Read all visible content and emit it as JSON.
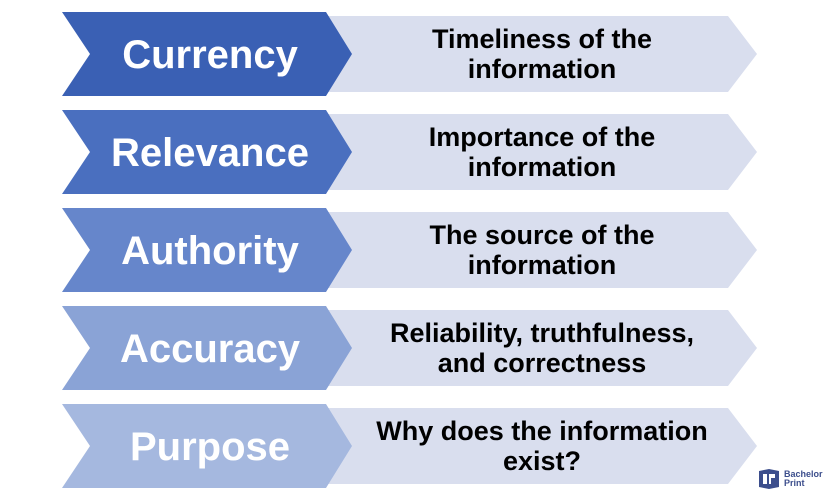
{
  "rows": [
    {
      "term": "Currency",
      "description": [
        "Timeliness of the",
        "information"
      ],
      "color": "#3a60b4"
    },
    {
      "term": "Relevance",
      "description": [
        "Importance of the",
        "information"
      ],
      "color": "#4a6fbf"
    },
    {
      "term": "Authority",
      "description": [
        "The source of the",
        "information"
      ],
      "color": "#6686cb"
    },
    {
      "term": "Accuracy",
      "description": [
        "Reliability, truthfulness,",
        "and correctness"
      ],
      "color": "#8aa3d6"
    },
    {
      "term": "Purpose",
      "description": [
        "Why does the information",
        "exist?"
      ],
      "color": "#a5b8df"
    }
  ],
  "description_fill": "#d9deee",
  "brand": {
    "line1": "Bachelor",
    "line2": "Print",
    "color": "#3c4e8c"
  }
}
